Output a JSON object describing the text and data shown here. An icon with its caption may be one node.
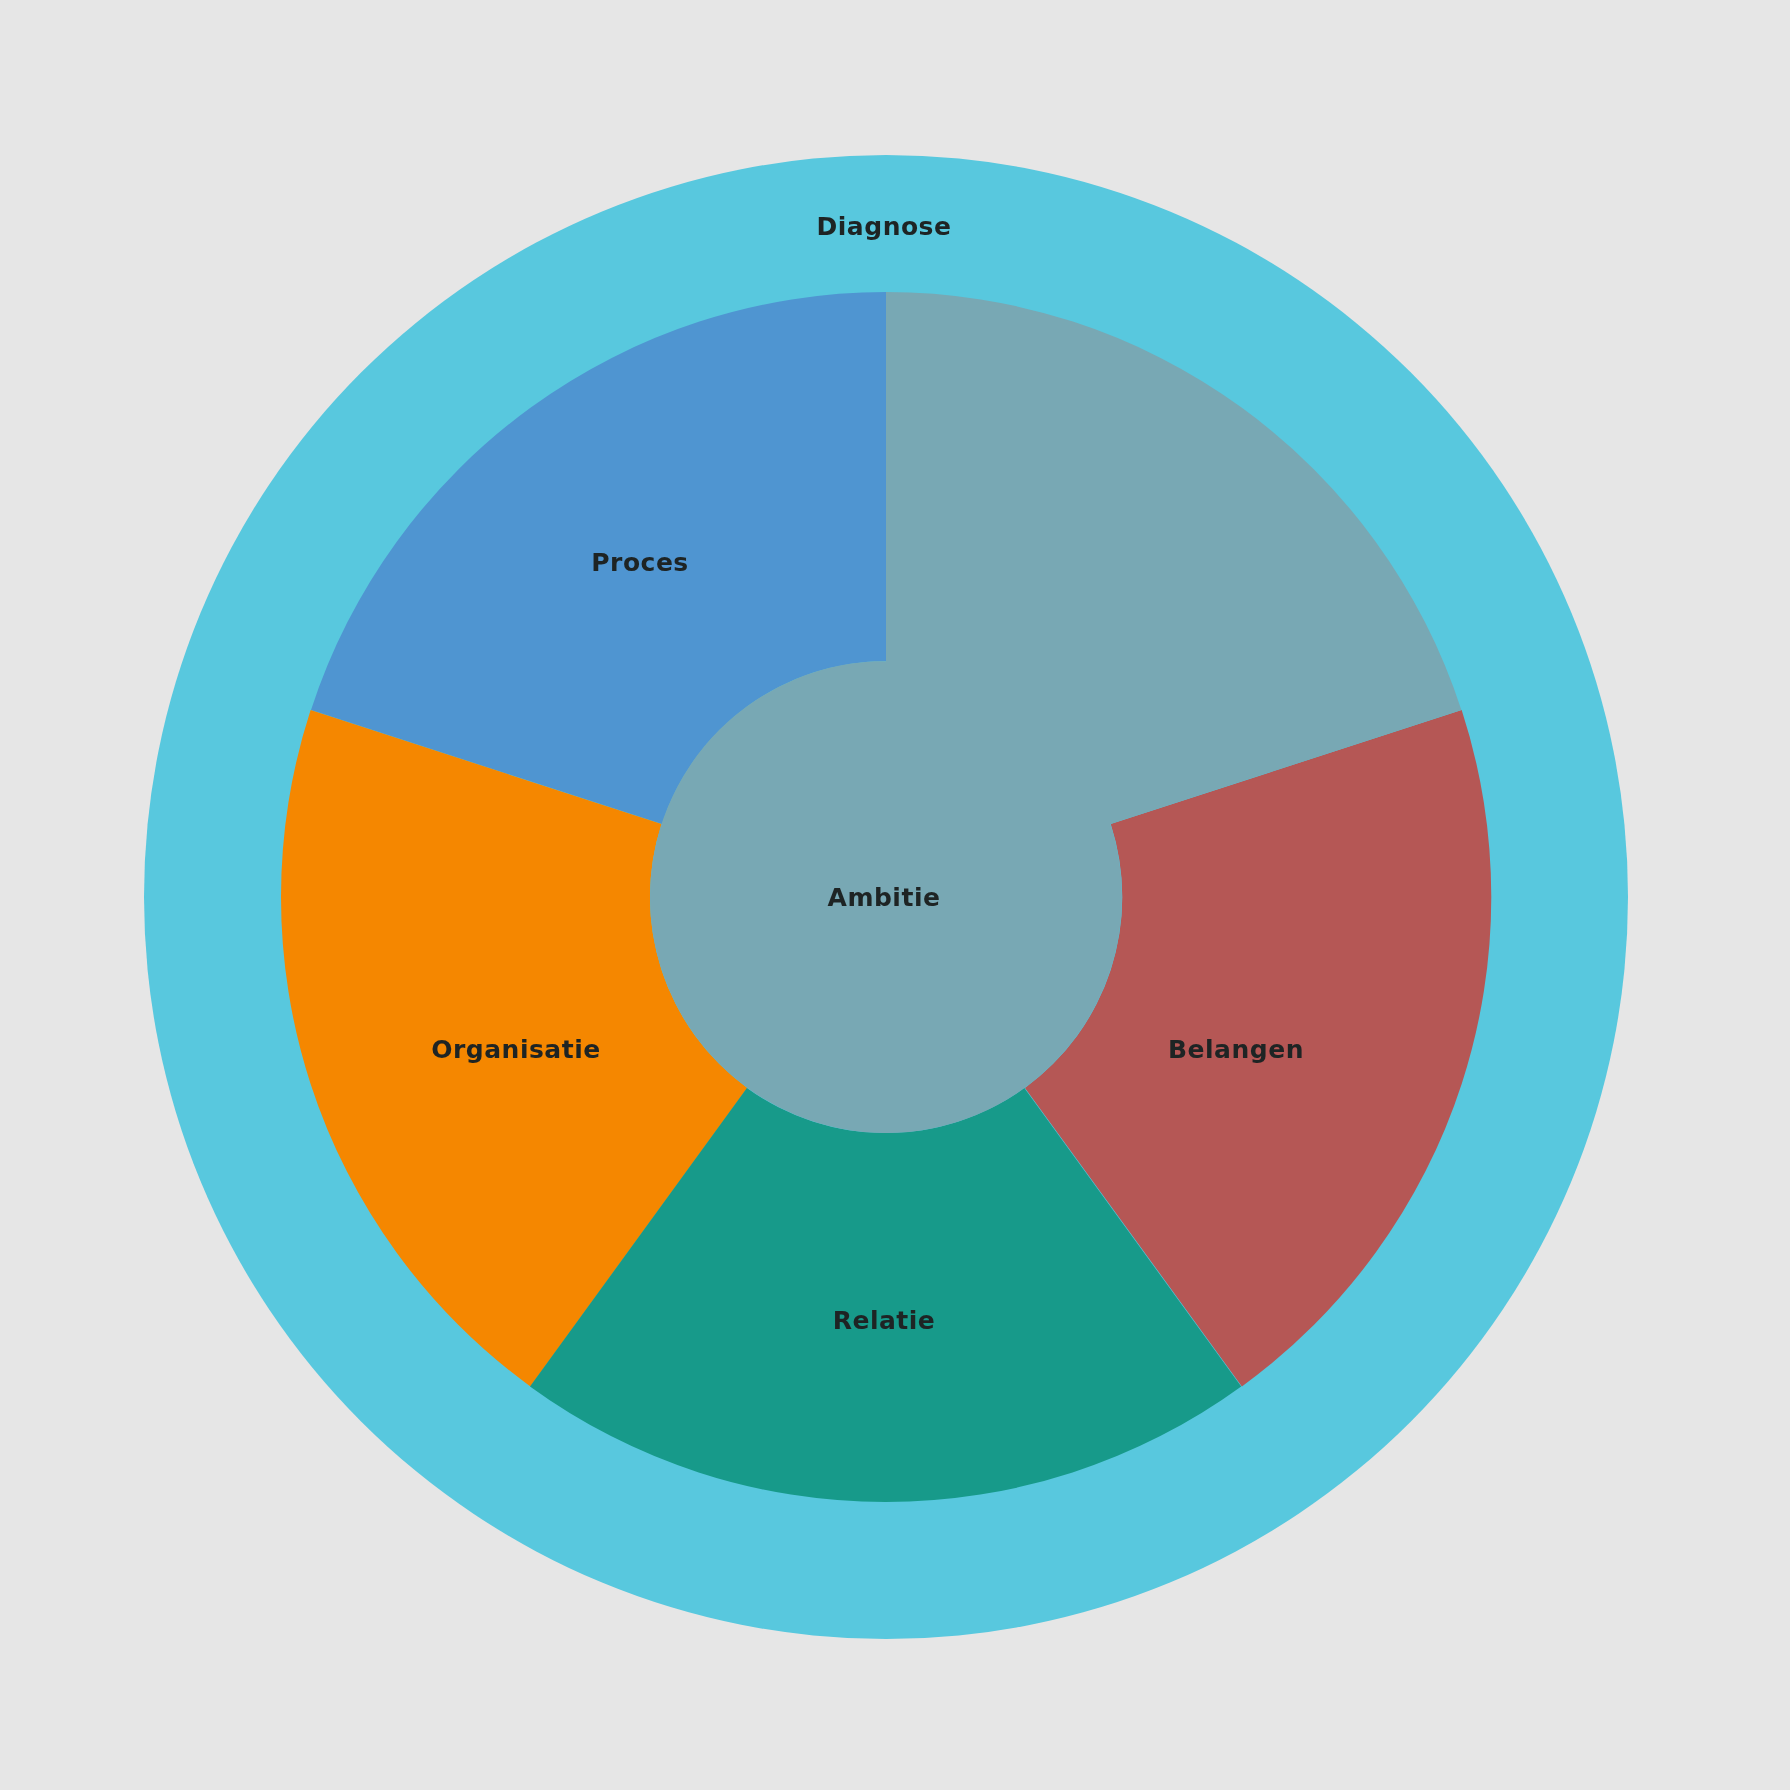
{
  "diagram": {
    "nodes": [
      {
        "text": [
          "Diagnose"
        ]
      },
      {
        "text": [
          "Proces"
        ],
        "in": 0
      },
      {
        "text": [
          "Organisatie"
        ],
        "in": 0
      },
      {
        "text": [
          "Relatie"
        ],
        "in": 0
      },
      {
        "text": [
          "Belangen"
        ],
        "in": 0
      },
      {
        "text": [
          "Ambitie"
        ],
        "in": 0
      }
    ]
  }
}
